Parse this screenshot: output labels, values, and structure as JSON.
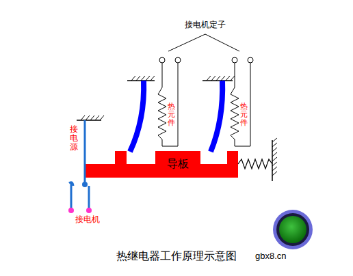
{
  "diagram": {
    "caption": "热继电器工作原理示意图",
    "nodes": [
      {
        "text": [
          "导板"
        ]
      }
    ],
    "labels": [
      "接电机定子",
      "热元件",
      "热元件",
      "接电源",
      "接电机",
      "gbx8.cn"
    ]
  }
}
